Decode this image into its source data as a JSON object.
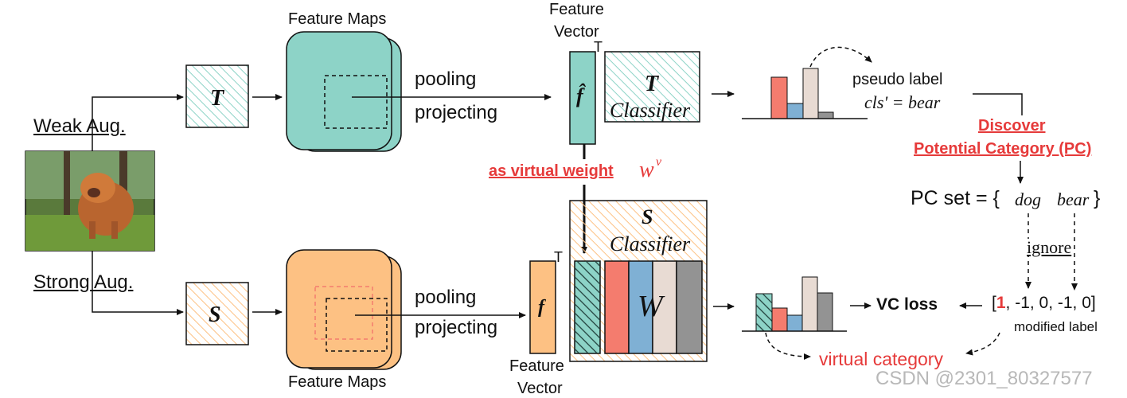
{
  "colors": {
    "teal": "#8dd3c7",
    "teal_dark": "#3e8f86",
    "orange": "#fdc183",
    "orange_dark": "#d9873a",
    "red": "#e63a3a",
    "bar_red": "#f47c6e",
    "bar_blue": "#7fb0d4",
    "bar_beige": "#e8dbd3",
    "bar_gray": "#939393"
  },
  "icons": {
    "photo": "dog-photo-icon"
  },
  "labels": {
    "weak_aug": "Weak Aug.",
    "strong_aug": "Strong Aug.",
    "teacher_symbol": "T",
    "student_symbol": "S",
    "feature_maps_top": "Feature Maps",
    "feature_maps_bottom": "Feature Maps",
    "pooling_top": "pooling",
    "projecting_top": "projecting",
    "pooling_bottom": "pooling",
    "projecting_bottom": "projecting",
    "feature_vector_top_1": "Feature",
    "feature_vector_top_2": "Vector",
    "feature_vector_bottom_1": "Feature",
    "feature_vector_bottom_2": "Vector",
    "transpose_top": "T",
    "transpose_bottom": "T",
    "f_hat": "f̂",
    "f": "f",
    "teacher_classifier_symbol": "T",
    "teacher_classifier_text": "Classifier",
    "student_classifier_symbol": "S",
    "student_classifier_text": "Classifier",
    "weight_symbol": "W",
    "virtual_weight": "as virtual weight",
    "virtual_weight_symbol": "w",
    "virtual_weight_sup": "v",
    "pseudo_label": "pseudo label",
    "pseudo_cls": "cls' = bear",
    "discover_1": "Discover",
    "discover_2": "Potential Category (PC)",
    "pc_set_prefix": "PC set = {",
    "pc_dog": "dog",
    "pc_bear": "bear",
    "pc_set_suffix": "}",
    "ignore": "ignore",
    "vc_loss": "VC loss",
    "modified_open": "[",
    "modified_one": "1",
    "modified_rest": ", -1, 0, -1, 0]",
    "modified_label": "modified label",
    "virtual_category": "virtual category",
    "watermark": "CSDN @2301_80327577"
  }
}
